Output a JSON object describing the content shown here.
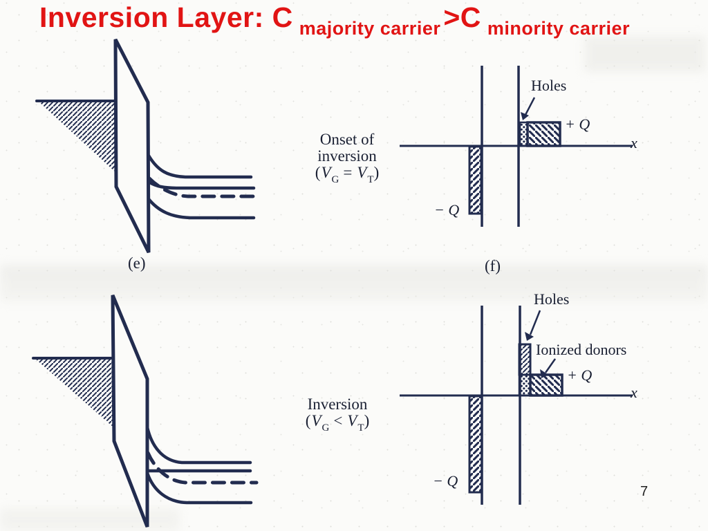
{
  "slide": {
    "title": {
      "main": "Inversion Layer: C",
      "sub_majority": "majority carrier",
      "gt_c": ">C",
      "sub_minority": "minority carrier"
    },
    "page_number": "7"
  },
  "top_row": {
    "band": {
      "caption": "(e)"
    },
    "condition": {
      "line1": "Onset of",
      "line2": "inversion",
      "formula": {
        "open": "(",
        "v1": "V",
        "sub1": "G",
        "op": "=",
        "v2": "V",
        "sub2": "T",
        "close": ")"
      }
    },
    "charge": {
      "caption": "(f)",
      "holes_label": "Holes",
      "plus_q": "+ Q",
      "minus_q": "− Q",
      "x_axis": "x"
    }
  },
  "bottom_row": {
    "condition": {
      "line1": "Inversion",
      "formula": {
        "open": "(",
        "v1": "V",
        "sub1": "G",
        "op": "<",
        "v2": "V",
        "sub2": "T",
        "close": ")"
      }
    },
    "charge": {
      "holes_label": "Holes",
      "ionized_label": "Ionized donors",
      "plus_q": "+ Q",
      "minus_q": "− Q",
      "x_axis": "x"
    }
  },
  "colors": {
    "title_red": "#e11414",
    "ink": "#222c4f"
  }
}
